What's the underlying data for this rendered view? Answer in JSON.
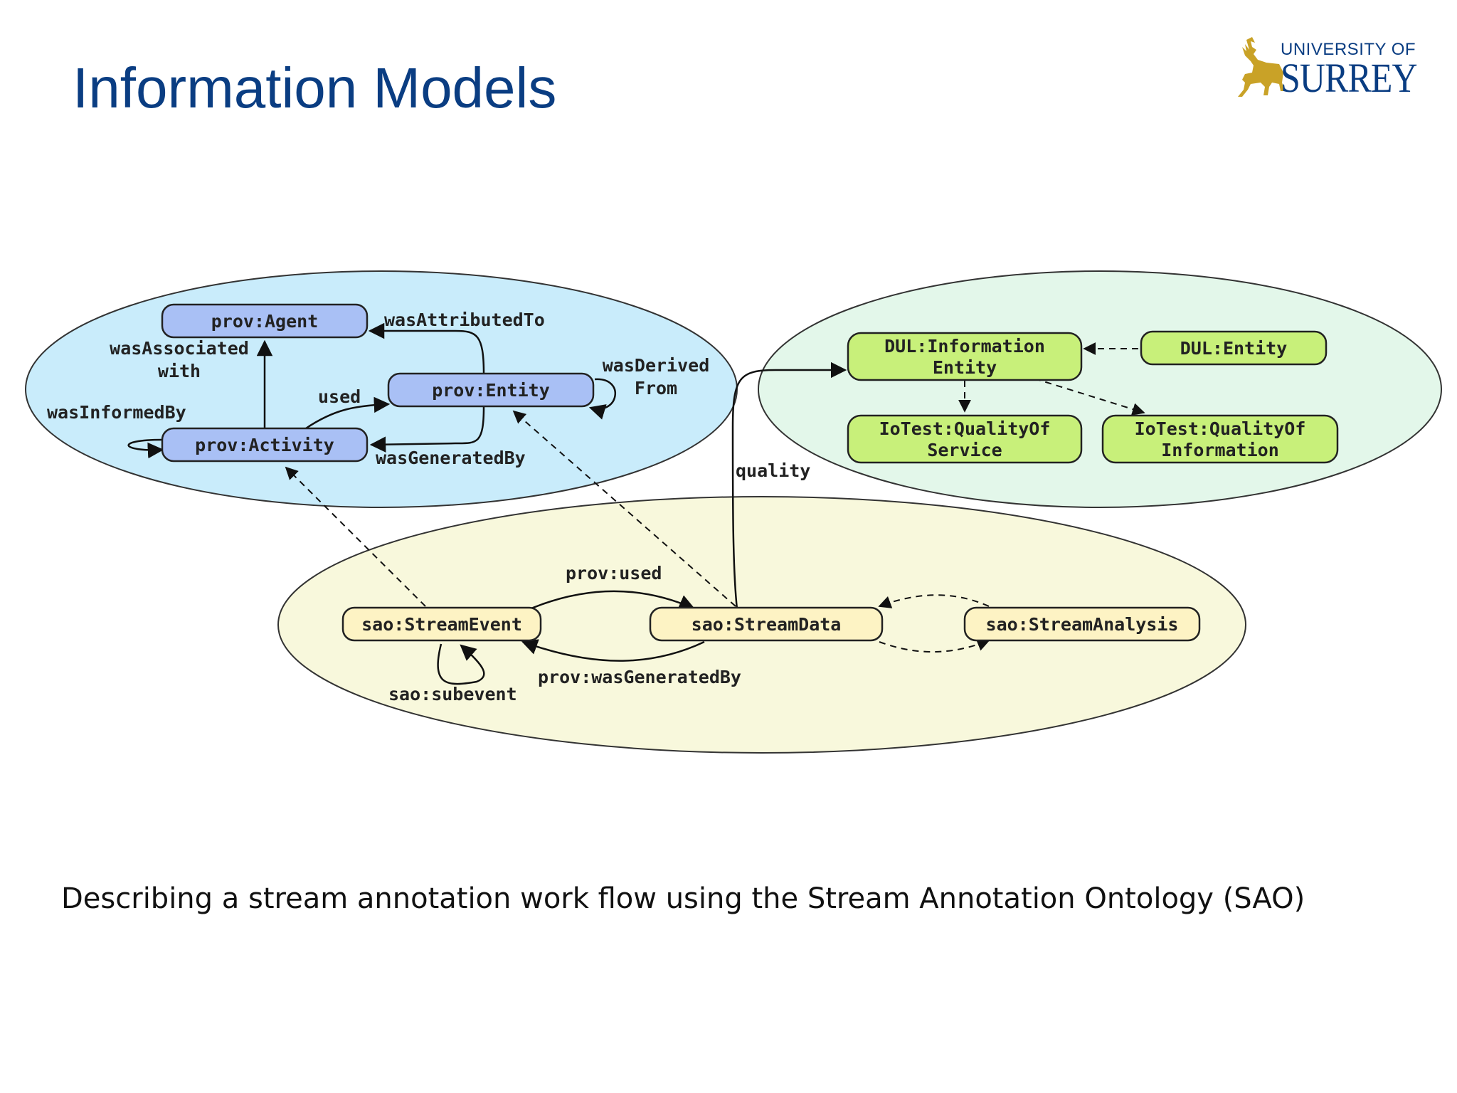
{
  "slide": {
    "title": "Information Models",
    "caption": "Describing a stream annotation work flow using the Stream Annotation Ontology (SAO)"
  },
  "logo": {
    "line1": "UNIVERSITY OF",
    "line2": "SURREY",
    "icon": "stag-icon",
    "colors": {
      "text": "#0a3d82",
      "stag": "#c9a227"
    }
  },
  "colors": {
    "prov_group": "#c9ecfb",
    "dul_group": "#e3f7ea",
    "sao_group": "#f8f8dc",
    "prov_node": "#a9c0f5",
    "dul_node": "#c8f07a",
    "sao_node": "#fdf3c4"
  },
  "nodes": {
    "prov_agent": "prov:Agent",
    "prov_entity": "prov:Entity",
    "prov_activity": "prov:Activity",
    "dul_info_entity": [
      "DUL:Information",
      "Entity"
    ],
    "dul_entity": "DUL:Entity",
    "quality_service": [
      "IoTest:QualityOf",
      "Service"
    ],
    "quality_information": [
      "IoTest:QualityOf",
      "Information"
    ],
    "stream_event": "sao:StreamEvent",
    "stream_data": "sao:StreamData",
    "stream_analysis": "sao:StreamAnalysis"
  },
  "edges": {
    "was_attributed_to": "wasAttributedTo",
    "was_associated_with": [
      "wasAssociated",
      "with"
    ],
    "was_derived_from": [
      "wasDerived",
      "From"
    ],
    "used": "used",
    "was_informed_by": "wasInformedBy",
    "was_generated_by": "wasGeneratedBy",
    "quality": "quality",
    "prov_used": "prov:used",
    "prov_was_generated_by": "prov:wasGeneratedBy",
    "sao_subevent": "sao:subevent"
  }
}
